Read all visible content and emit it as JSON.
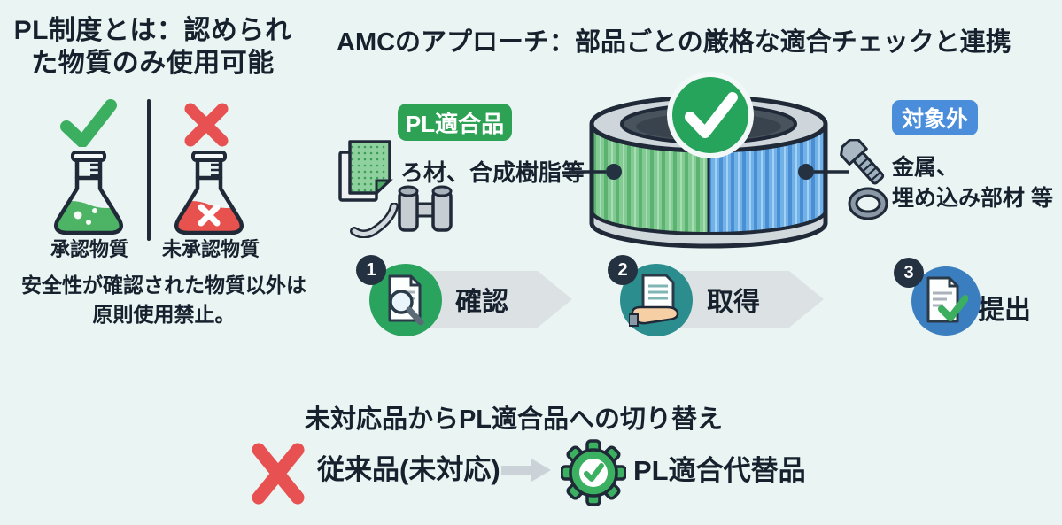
{
  "left_panel": {
    "title_line1": "PL制度とは：認められ",
    "title_line2": "た物質のみ使用可能",
    "approved_label": "承認物質",
    "unapproved_label": "未承認物質",
    "note_line1": "安全性が確認された物質以外は",
    "note_line2": "原則使用禁止。"
  },
  "right_panel": {
    "title": "AMCのアプローチ：部品ごとの厳格な適合チェックと連携",
    "compliant_badge_label": "PL適合品",
    "compliant_materials": "ろ材、合成樹脂等",
    "excluded_badge_label": "対象外",
    "excluded_materials_line1": "金属、",
    "excluded_materials_line2": "埋め込み部材 等",
    "steps": [
      {
        "number": "1",
        "label": "確認"
      },
      {
        "number": "2",
        "label": "取得"
      },
      {
        "number": "3",
        "label": "提出"
      }
    ]
  },
  "bottom_panel": {
    "title": "未対応品からPL適合品への切り替え",
    "legacy_label": "従来品(未対応)",
    "replacement_label": "PL適合代替品"
  },
  "colors": {
    "background": "#e9f4f3",
    "text": "#17212d",
    "approved_green": "#2ea254",
    "rejected_red": "#e85151",
    "excluded_blue": "#4a8edb",
    "step_teal": "#2b8d8d",
    "step_blue": "#3b7ec0",
    "number_badge_navy": "#233140",
    "drum_green": "#82cb92",
    "drum_blue": "#70b2e8"
  }
}
